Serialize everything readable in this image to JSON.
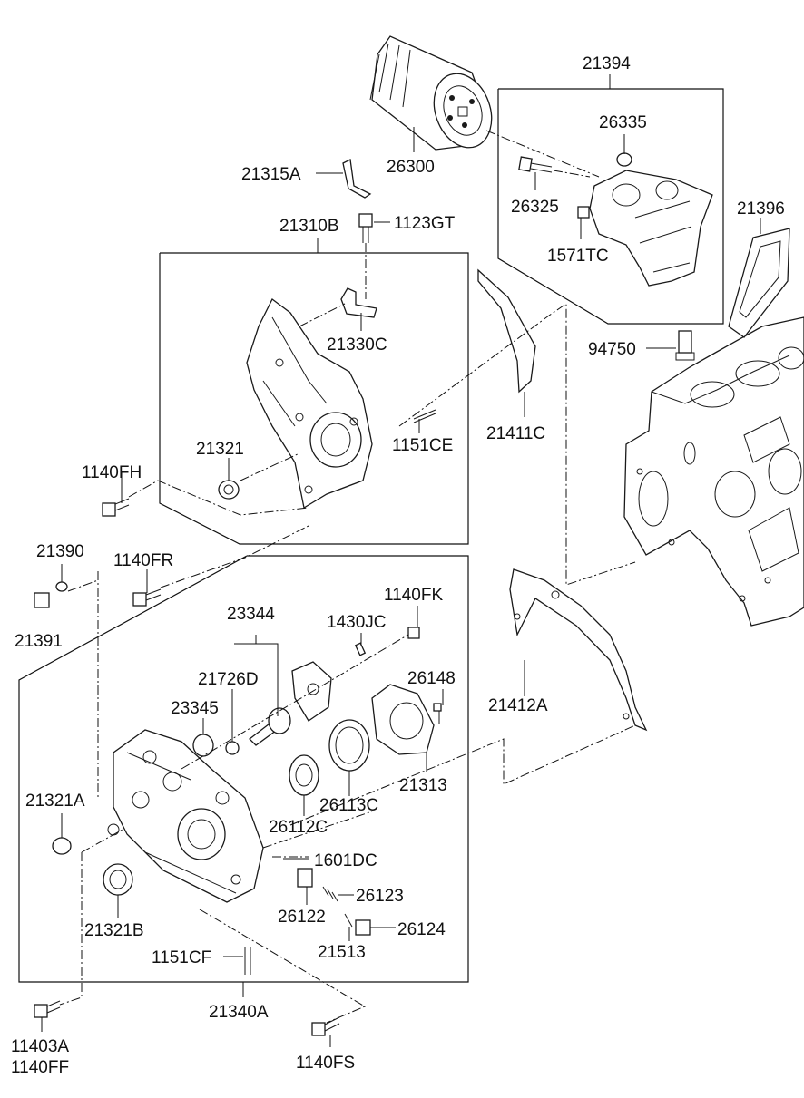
{
  "labels": {
    "p21394": "21394",
    "p26300": "26300",
    "p26335": "26335",
    "p26325": "26325",
    "p1571TC": "1571TC",
    "p21396": "21396",
    "p21315A": "21315A",
    "p21310B": "21310B",
    "p1123GT": "1123GT",
    "p21330C": "21330C",
    "p94750": "94750",
    "p21411C": "21411C",
    "p21321": "21321",
    "p1151CE": "1151CE",
    "p1140FH": "1140FH",
    "p21390": "21390",
    "p1140FR": "1140FR",
    "p21391": "21391",
    "p23344": "23344",
    "p1140FK": "1140FK",
    "p1430JC": "1430JC",
    "p21726D": "21726D",
    "p26148": "26148",
    "p23345": "23345",
    "p21412A": "21412A",
    "p21313": "21313",
    "p21321A": "21321A",
    "p26113C": "26113C",
    "p26112C": "26112C",
    "p1601DC": "1601DC",
    "p26123": "26123",
    "p26122": "26122",
    "p21321B": "21321B",
    "p26124": "26124",
    "p21513": "21513",
    "p1151CF": "1151CF",
    "p21340A": "21340A",
    "p11403A": "11403A",
    "p1140FF": "1140FF",
    "p1140FS": "1140FS"
  }
}
